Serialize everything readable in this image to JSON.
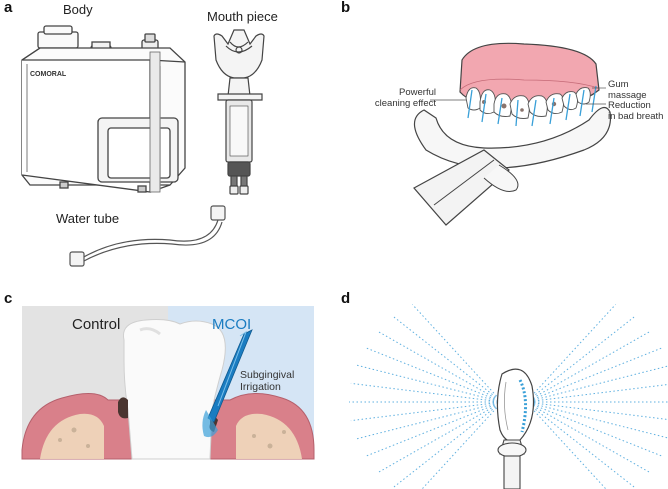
{
  "panels": {
    "a": {
      "label": "a",
      "body_label": "Body",
      "mouthpiece_label": "Mouth piece",
      "tube_label": "Water tube",
      "brand_text": "COMORAL"
    },
    "b": {
      "label": "b",
      "left_annotation_line1": "Powerful",
      "left_annotation_line2": "cleaning effect",
      "right_top_line1": "Gum",
      "right_top_line2": "massage",
      "right_bottom_line1": "Reduction",
      "right_bottom_line2": "in bad breath"
    },
    "c": {
      "label": "c",
      "control_label": "Control",
      "treatment_label": "MCOI",
      "irrigation_line1": "Subgingival",
      "irrigation_line2": "Irrigation",
      "colors": {
        "control_bg": "#e2e2e2",
        "treatment_bg": "#d3e4f5",
        "accent": "#1a7cc1",
        "gum": "#d9808a"
      }
    },
    "d": {
      "label": "d"
    }
  }
}
